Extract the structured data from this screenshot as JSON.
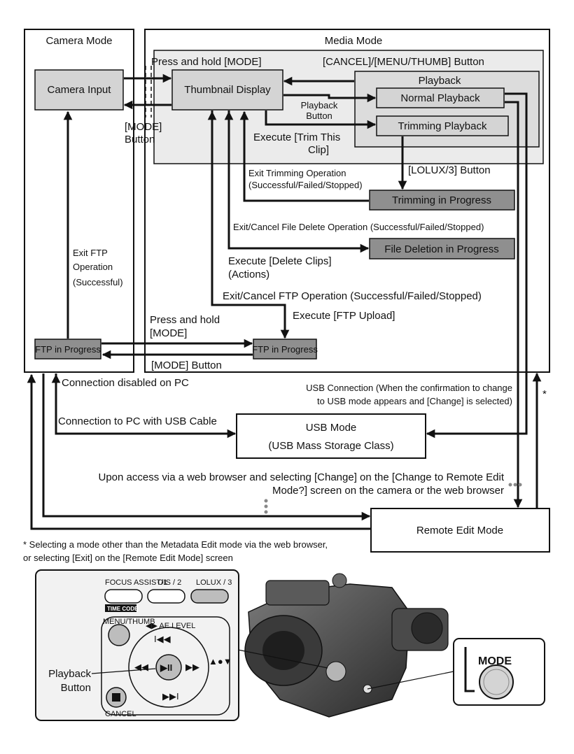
{
  "frames": {
    "camera_mode": "Camera Mode",
    "media_mode": "Media Mode",
    "playback": "Playback"
  },
  "nodes": {
    "camera_input": "Camera Input",
    "thumbnail_display": "Thumbnail Display",
    "normal_playback": "Normal Playback",
    "trimming_playback": "Trimming Playback",
    "trimming_in_progress": "Trimming in Progress",
    "file_deletion_in_progress": "File Deletion in Progress",
    "ftp_in_progress_camera": "FTP in Progress",
    "ftp_in_progress_media": "FTP in Progress",
    "usb_mode_line1": "USB Mode",
    "usb_mode_line2": "(USB Mass Storage Class)",
    "remote_edit_mode": "Remote Edit Mode"
  },
  "labels": {
    "press_hold_mode_top": "Press and hold [MODE]",
    "cancel_menu_thumb": "[CANCEL]/[MENU/THUMB] Button",
    "mode_button_l1": "[MODE]",
    "mode_button_l2": "Button",
    "playback_button_l1": "Playback",
    "playback_button_l2": "Button",
    "execute_trim_l1": "Execute [Trim This",
    "execute_trim_l2": "Clip]",
    "lolux_button": "[LOLUX/3] Button",
    "exit_trimming_l1": "Exit Trimming Operation",
    "exit_trimming_l2": "(Successful/Failed/Stopped)",
    "exit_cancel_delete": "Exit/Cancel File Delete Operation (Successful/Failed/Stopped)",
    "execute_delete_l1": "Execute [Delete Clips]",
    "execute_delete_l2": "(Actions)",
    "exit_ftp_l1": "Exit FTP",
    "exit_ftp_l2": "Operation",
    "exit_ftp_l3": "(Successful)",
    "exit_cancel_ftp": "Exit/Cancel FTP Operation (Successful/Failed/Stopped)",
    "execute_ftp": "Execute [FTP Upload]",
    "press_hold_mode_l1": "Press and hold",
    "press_hold_mode_l2": "[MODE]",
    "mode_button_bottom": "[MODE] Button",
    "connection_disabled": "Connection disabled on PC",
    "usb_connection_l1": "USB Connection (When the confirmation to change",
    "usb_connection_l2": "to USB mode appears and [Change] is selected)",
    "connection_usb_cable": "Connection to PC with USB Cable",
    "asterisk": "*",
    "web_browser_l1": "Upon access via a web browser and selecting [Change] on the [Change to Remote Edit",
    "web_browser_l2": "Mode?] screen on the camera or the web browser"
  },
  "footnote": {
    "line1": "* Selecting a mode other than the Metadata Edit mode via the web browser,",
    "line2": "or selecting [Exit] on the [Remote Edit Mode] screen"
  },
  "panel": {
    "focus_assist": "FOCUS ASSIST/1",
    "ois": "OIS / 2",
    "lolux": "LOLUX / 3",
    "time_code": "TIME CODE",
    "menu_thumb": "MENU/THUMB",
    "ae_level": "◀▶ AE LEVEL",
    "cancel": "CANCEL",
    "playback_l1": "Playback",
    "playback_l2": "Button",
    "mode": "MODE"
  },
  "colors": {
    "node_fill": "#d4d4d4",
    "progress_fill": "#8f8f8f",
    "frame_fill": "#ebebeb",
    "line": "#111111"
  }
}
